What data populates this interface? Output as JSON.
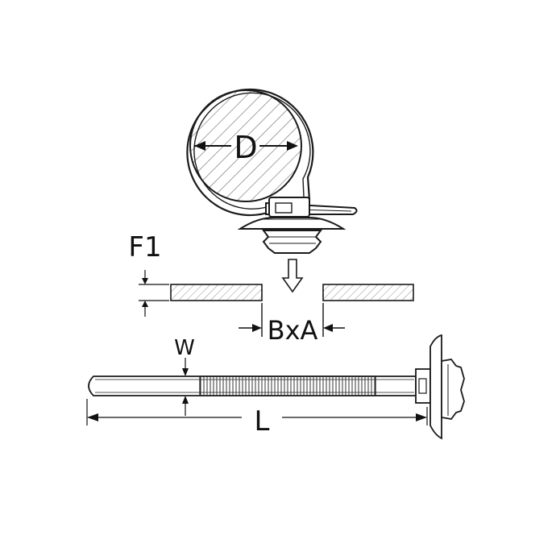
{
  "labels": {
    "diameter": "D",
    "panel_thickness": "F1",
    "hole_size": "BxA",
    "width": "W",
    "length": "L"
  },
  "colors": {
    "stroke": "#1a1a1a",
    "hatch": "#555555",
    "background": "#ffffff"
  }
}
